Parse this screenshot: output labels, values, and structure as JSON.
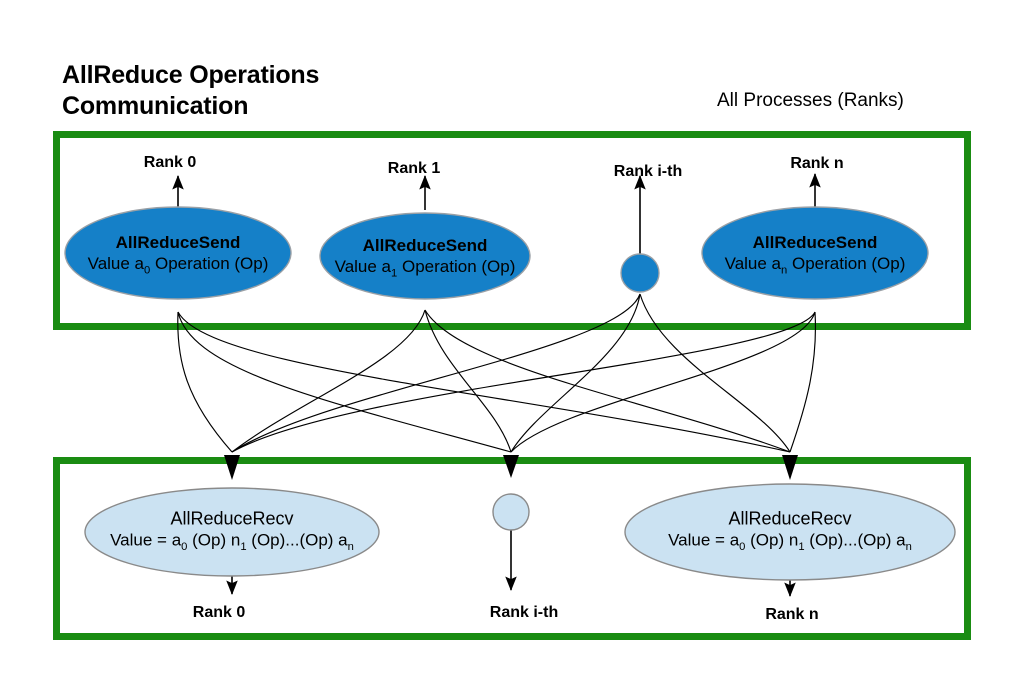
{
  "diagram": {
    "title": "AllReduce Operations\nCommunication",
    "subtitle": "All Processes (Ranks)",
    "colors": {
      "box_border_green": "#1a8c12",
      "send_fill_blue": "#1580c8",
      "recv_fill_lightblue": "#cbe2f2",
      "node_stroke": "#808080",
      "arrow_black": "#000000",
      "background": "#ffffff"
    },
    "top_group": {
      "rank_labels": [
        "Rank 0",
        "Rank 1",
        "Rank i-th",
        "Rank n"
      ],
      "nodes": [
        {
          "title": "AllReduceSend",
          "detail_prefix": "Value a",
          "detail_sub": "0",
          "detail_suffix": " Operation (Op)"
        },
        {
          "title": "AllReduceSend",
          "detail_prefix": "Value a",
          "detail_sub": "1",
          "detail_suffix": " Operation (Op)"
        },
        {
          "title": "",
          "detail_prefix": "",
          "detail_sub": "",
          "detail_suffix": ""
        },
        {
          "title": "AllReduceSend",
          "detail_prefix": "Value a",
          "detail_sub": "n",
          "detail_suffix": " Operation (Op)"
        }
      ]
    },
    "bottom_group": {
      "rank_labels": [
        "Rank 0",
        "Rank i-th",
        "Rank n"
      ],
      "nodes": [
        {
          "title": "AllReduceRecv",
          "formula_pre": "Value =  a",
          "formula_sub1": "0",
          "formula_mid1": " (Op) n",
          "formula_sub2": "1",
          "formula_mid2": " (Op)...(Op) a",
          "formula_sub3": "n"
        },
        {
          "title": "",
          "formula_pre": "",
          "formula_sub1": "",
          "formula_mid1": "",
          "formula_sub2": "",
          "formula_mid2": "",
          "formula_sub3": ""
        },
        {
          "title": "AllReduceRecv",
          "formula_pre": "Value =  a",
          "formula_sub1": "0",
          "formula_mid1": " (Op) n",
          "formula_sub2": "1",
          "formula_mid2": " (Op)...(Op) a",
          "formula_sub3": "n"
        }
      ]
    }
  }
}
